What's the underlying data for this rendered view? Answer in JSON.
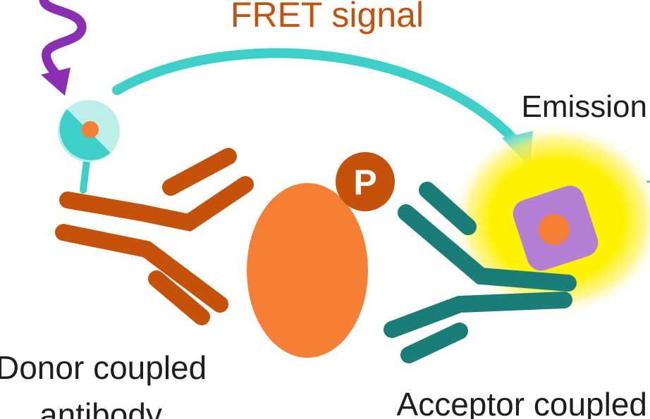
{
  "labels": {
    "signal_title": "FRET signal",
    "emission": "Emission",
    "donor_line1": "Donor coupled",
    "donor_line2": "antibody",
    "acceptor_line1": "Acceptor coupled",
    "phospho": "P"
  },
  "colors": {
    "donor_antibody": "#c4520a",
    "acceptor_antibody": "#1a7d78",
    "signal_arrow": "#3dd0c9",
    "excitation_arrow": "#8a2fb4",
    "target_protein": "#f47f35",
    "acceptor_fluorophore": "#b480d6",
    "emission_glow": "#fff200",
    "title_text": "#c4520a",
    "label_text": "#1e1e1e"
  },
  "icons": {
    "excitation": "squiggly-arrow-icon",
    "donor": "donor-fluorophore-icon",
    "acceptor": "acceptor-fluorophore-icon",
    "phospho": "phosphate-badge-icon"
  }
}
